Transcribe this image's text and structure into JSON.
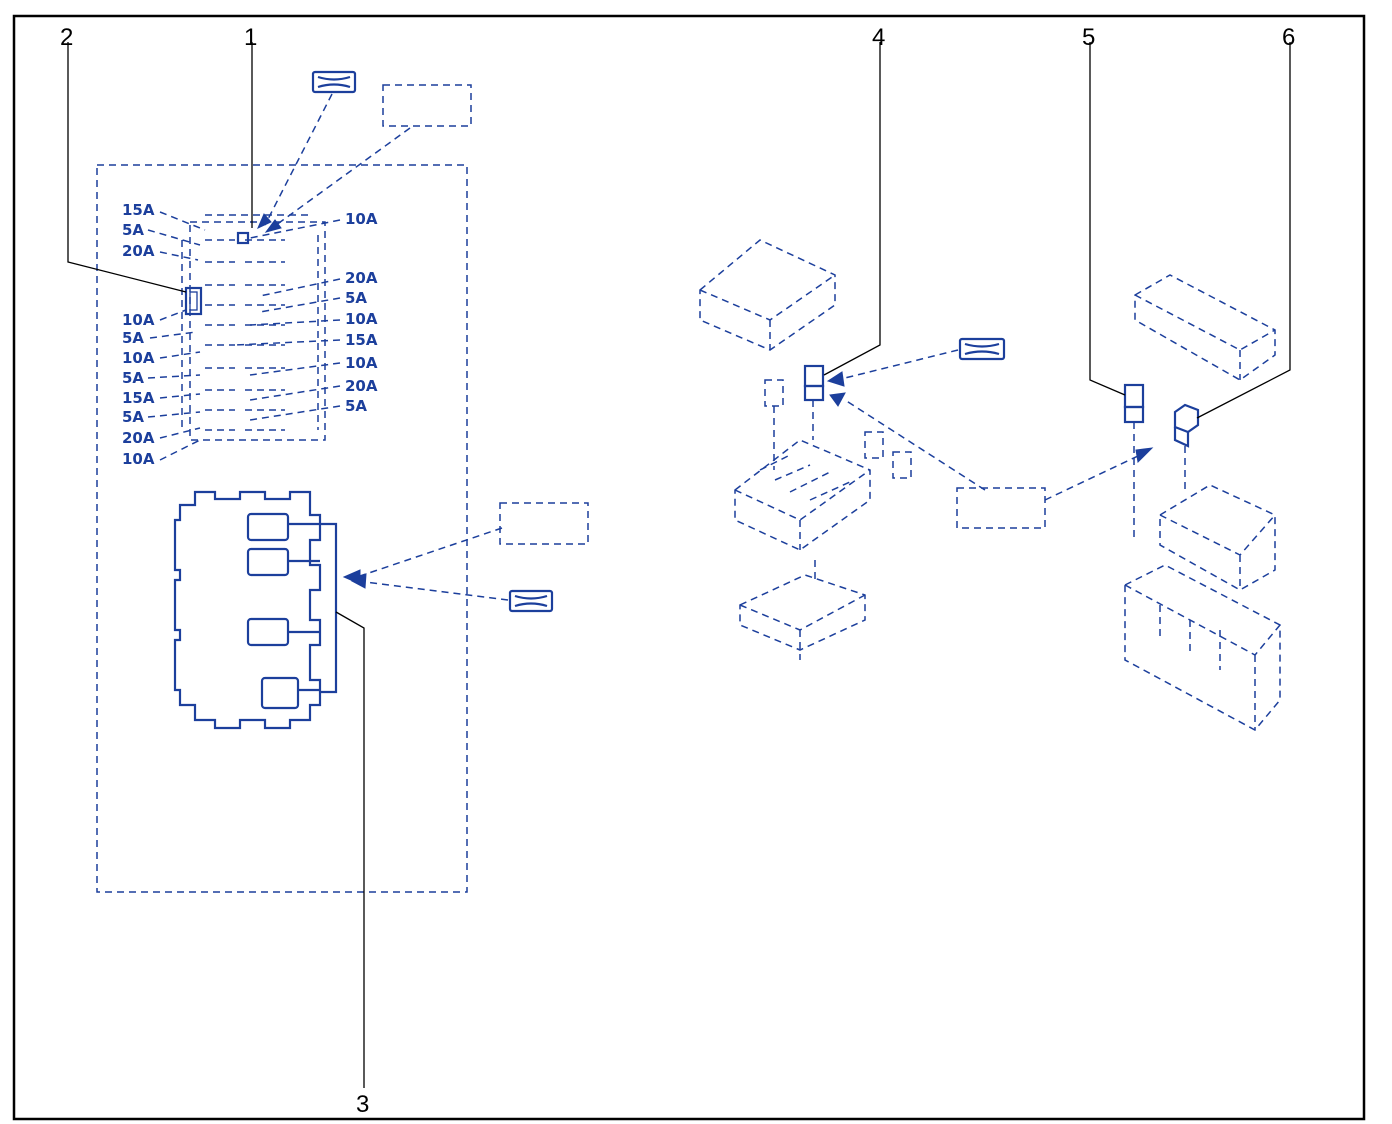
{
  "colors": {
    "diagram_blue": "#1c3f9c",
    "leader_black": "#000000",
    "frame_black": "#000000",
    "background": "#ffffff"
  },
  "callouts": {
    "c1": "1",
    "c2": "2",
    "c3": "3",
    "c4": "4",
    "c5": "5",
    "c6": "6"
  },
  "fuse_ratings": {
    "left": [
      "15A",
      "5A",
      "20A",
      "10A",
      "5A",
      "10A",
      "5A",
      "15A",
      "5A",
      "20A",
      "10A"
    ],
    "right": [
      "10A",
      "20A",
      "5A",
      "10A",
      "15A",
      "10A",
      "20A",
      "5A"
    ]
  },
  "icons": {
    "part_tag": "tag-icon",
    "location_box": "dashed-box-icon"
  }
}
